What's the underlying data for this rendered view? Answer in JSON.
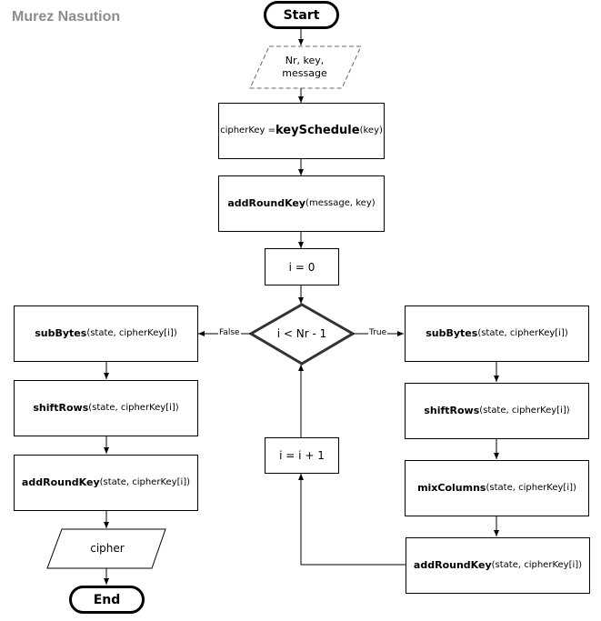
{
  "author": "Murez Nasution",
  "nodes": {
    "start": "Start",
    "input": {
      "line1": "Nr, key,",
      "line2": "message"
    },
    "key_schedule": {
      "lhs": "cipherKey = ",
      "fn": "keySchedule",
      "args": "(key)"
    },
    "add_round_key_init": {
      "fn": "addRoundKey",
      "args": "(message, key)"
    },
    "init_i": "i = 0",
    "decision": "i < Nr - 1",
    "increment": "i = i + 1",
    "left": {
      "sub_bytes": {
        "fn": "subBytes",
        "args": "(state, cipherKey[i])"
      },
      "shift_rows": {
        "fn": "shiftRows",
        "args": "(state, cipherKey[i])"
      },
      "add_round_key": {
        "fn": "addRoundKey",
        "args": "(state, cipherKey[i])"
      }
    },
    "right": {
      "sub_bytes": {
        "fn": "subBytes",
        "args": "(state, cipherKey[i])"
      },
      "shift_rows": {
        "fn": "shiftRows",
        "args": "(state, cipherKey[i])"
      },
      "mix_columns": {
        "fn": "mixColumns",
        "args": "(state, cipherKey[i])"
      },
      "add_round_key": {
        "fn": "addRoundKey",
        "args": "(state, cipherKey[i])"
      }
    },
    "output": "cipher",
    "end": "End"
  },
  "edges": {
    "false_label": "False",
    "true_label": "True"
  }
}
